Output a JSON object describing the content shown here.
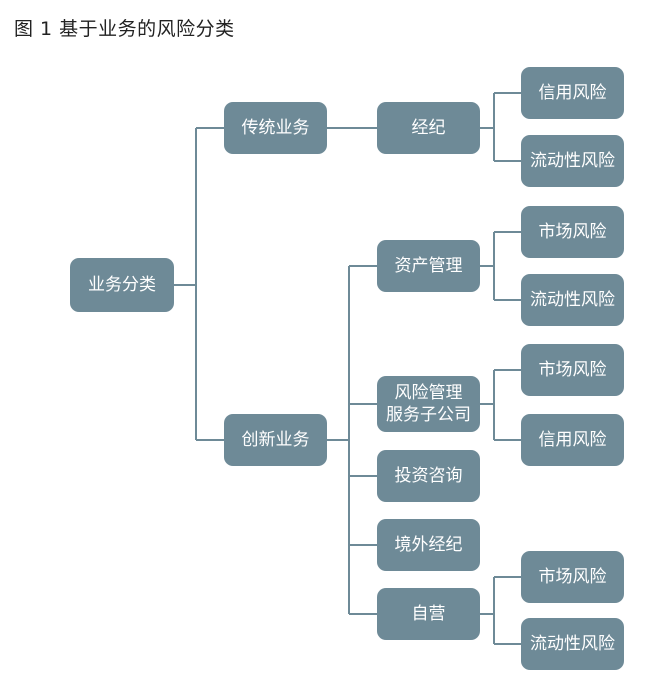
{
  "title": "图 1 基于业务的风险分类",
  "root": "业务分类",
  "categories": [
    {
      "label": "传统业务",
      "businesses": [
        {
          "label": "经纪",
          "risks": [
            "信用风险",
            "流动性风险"
          ]
        }
      ]
    },
    {
      "label": "创新业务",
      "businesses": [
        {
          "label": "资产管理",
          "risks": [
            "市场风险",
            "流动性风险"
          ]
        },
        {
          "label_lines": [
            "风险管理",
            "服务子公司"
          ],
          "risks": [
            "市场风险",
            "信用风险"
          ]
        },
        {
          "label": "投资咨询",
          "risks": []
        },
        {
          "label": "境外经纪",
          "risks": []
        },
        {
          "label": "自营",
          "risks": [
            "市场风险",
            "流动性风险"
          ]
        }
      ]
    }
  ]
}
